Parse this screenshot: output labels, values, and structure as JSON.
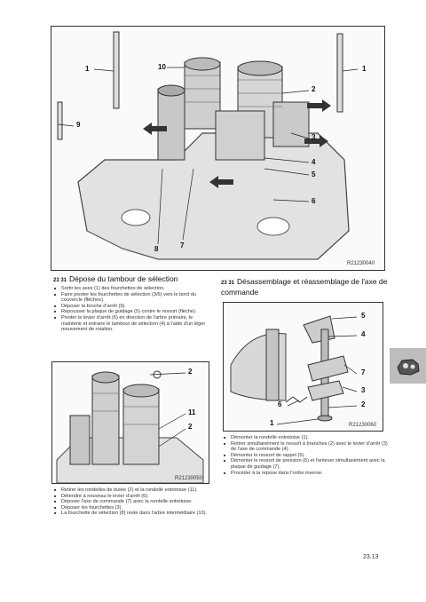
{
  "figures": {
    "top": {
      "code": "R21230040",
      "callouts": [
        "1",
        "1",
        "10",
        "2",
        "9",
        "3",
        "4",
        "5",
        "6",
        "8",
        "7"
      ]
    },
    "left": {
      "code": "R21230050",
      "callouts": [
        "2",
        "11",
        "2"
      ]
    },
    "right": {
      "code": "R21230060",
      "callouts": [
        "5",
        "4",
        "7",
        "3",
        "2",
        "6",
        "1"
      ]
    }
  },
  "sections": {
    "left": {
      "number": "23 31",
      "title": "Dépose du tambour de sélection",
      "steps": [
        "Sortir les axes (1) des fourchettes de sélection.",
        "Faire pivoter les fourchettes de sélection (3/6) vers le bord du couvercle (flèches).",
        "Déposer la broche d'arrêt (9).",
        "Repousser la plaque de guidage (5) contre le ressort (flèche).",
        "Pivoter le levier d'arrêt (6) en direction de l'arbre primaire, le maintenir et extraire le tambour de sélection (4) à l'aide d'un léger mouvement de rotation."
      ],
      "steps_after": [
        "Retirer les rondelles de butée (2) et la rondelle entretoise (11).",
        "Détendre à nouveau le levier d'arrêt (6).",
        "Déposer l'axe de commande (7) avec la rondelle entretoise.",
        "Déposer les fourchettes (3).",
        "La fourchette de sélection (8) reste dans l'arbre intermédiaire (10)."
      ]
    },
    "right": {
      "number": "23 31",
      "title": "Désassemblage et réassemblage de l'axe de commande",
      "steps": [
        "Démonter la rondelle entretoise (1).",
        "Retirer simultanément le ressort à branches (2) avec le levier d'arrêt (3) de l'axe de commande (4).",
        "Démonter le ressort de rappel (5).",
        "Démonter le ressort de pression (6) et l'enlever simultanément avec la plaque de guidage (7).",
        "Procéder à la repose dans l'ordre inverse."
      ]
    }
  },
  "page_number": "23.13"
}
